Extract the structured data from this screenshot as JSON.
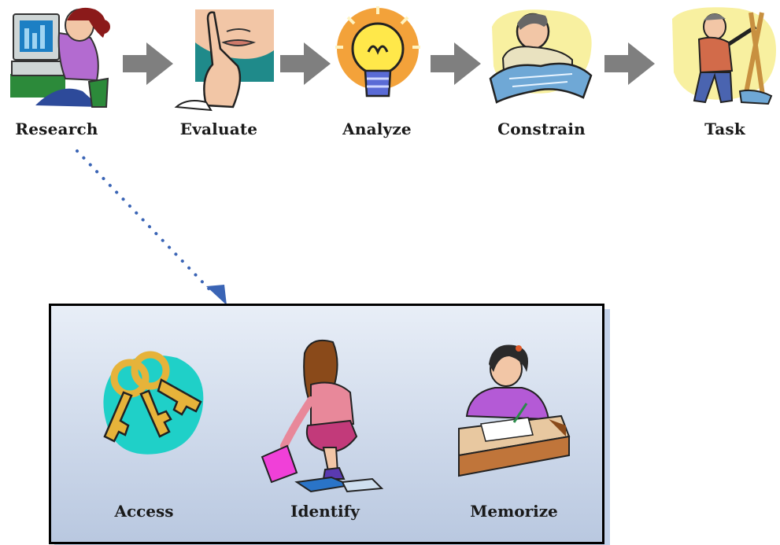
{
  "process": {
    "steps": [
      {
        "label": "Research"
      },
      {
        "label": "Evaluate"
      },
      {
        "label": "Analyze"
      },
      {
        "label": "Constrain"
      },
      {
        "label": "Task"
      }
    ]
  },
  "research_detail": {
    "items": [
      {
        "label": "Access"
      },
      {
        "label": "Identify"
      },
      {
        "label": "Memorize"
      }
    ]
  },
  "colors": {
    "arrow": "#7f7f7f",
    "dotted_connector": "#3a64b5",
    "panel_border": "#000000",
    "panel_top": "#e8eef7",
    "panel_bottom": "#b9c8e0"
  },
  "icons": [
    "computer-user-icon",
    "thinking-face-icon",
    "lightbulb-icon",
    "blueprint-man-icon",
    "carpenter-icon",
    "keys-icon",
    "searching-girl-icon",
    "writing-girl-icon"
  ]
}
